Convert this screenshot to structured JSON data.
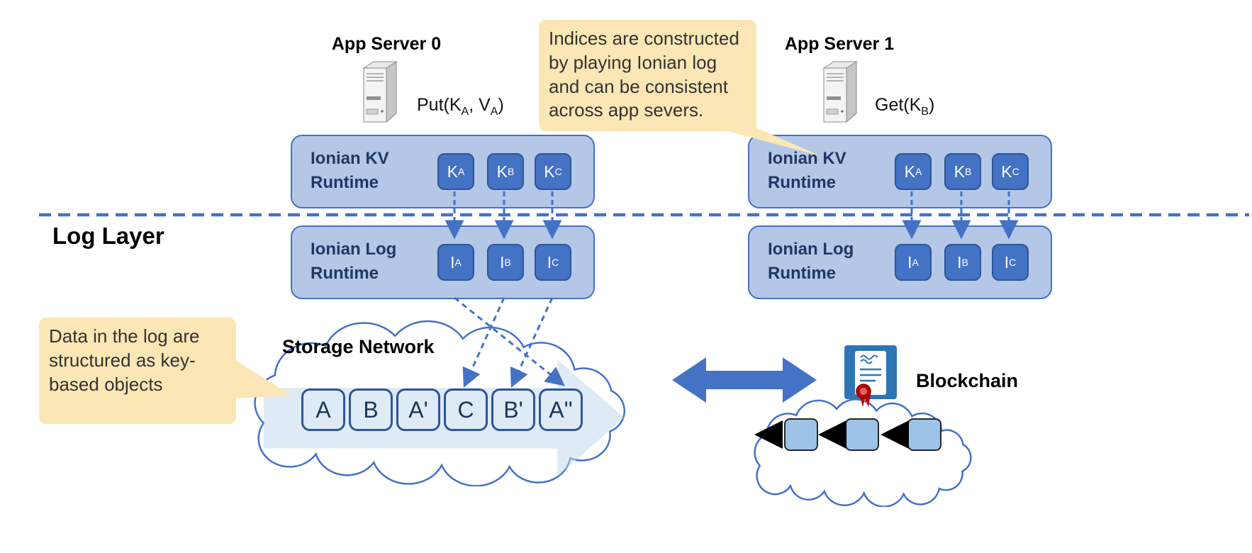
{
  "colors": {
    "accent_blue": "#4472C4",
    "runtime_fill": "#B4C7E7",
    "chip_fill": "#4472C4",
    "chip_border": "#2E5597",
    "dark_text": "#1F3864",
    "callout_fill": "#FBE7B5",
    "block_fill": "#DEEBF7",
    "block_border": "#2E5597",
    "chain_fill": "#9DC3E6",
    "seal_red": "#C00000"
  },
  "app_server_0": {
    "title": "App Server 0",
    "op_parts": {
      "p1": "Put(K",
      "s1": "A",
      "p2": ", V",
      "s2": "A",
      "p3": ")"
    }
  },
  "app_server_1": {
    "title": "App Server 1",
    "op_parts": {
      "p1": "Get(K",
      "s1": "B",
      "p2": ")"
    }
  },
  "callout_top": {
    "text": "Indices are constructed by playing Ionian log and can be consistent across app severs."
  },
  "callout_left": {
    "text": "Data in the log are structured as key-based objects"
  },
  "kv_runtime": {
    "line1": "Ionian KV",
    "line2": "Runtime"
  },
  "log_runtime": {
    "line1": "Ionian Log",
    "line2": "Runtime"
  },
  "kv_chips": [
    {
      "base": "K",
      "sub": "A"
    },
    {
      "base": "K",
      "sub": "B"
    },
    {
      "base": "K",
      "sub": "C"
    }
  ],
  "log_chips": [
    {
      "base": "I",
      "sub": "A"
    },
    {
      "base": "I",
      "sub": "B"
    },
    {
      "base": "I",
      "sub": "C"
    }
  ],
  "log_layer_label": "Log Layer",
  "storage": {
    "title": "Storage Network",
    "blocks": [
      "A",
      "B",
      "A'",
      "C",
      "B'",
      "A''"
    ]
  },
  "blockchain": {
    "label": "Blockchain"
  }
}
